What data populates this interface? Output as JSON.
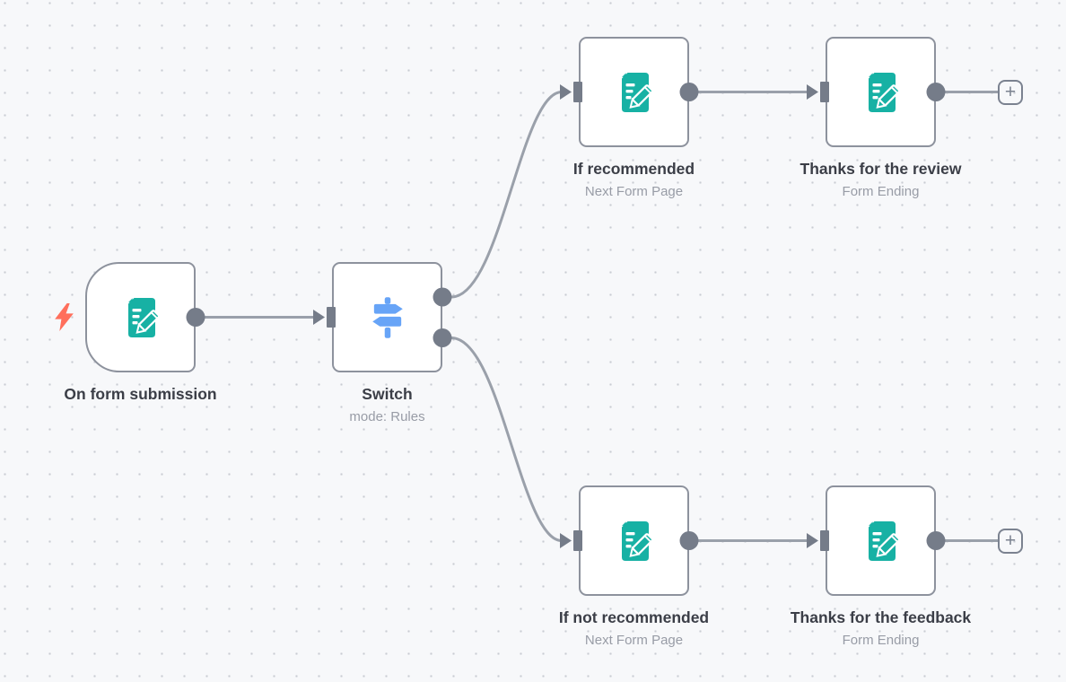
{
  "canvas": {
    "background": "#f7f8fa",
    "dot_color": "#c9ccd3"
  },
  "colors": {
    "node_border": "#8d929d",
    "connector": "#757c89",
    "line": "#9aa0aa",
    "title_text": "#3b3e47",
    "subtitle_text": "#989ca6",
    "form_icon_teal": "#17b1a4",
    "switch_icon_blue": "#67a4f7",
    "trigger_bolt_coral": "#ff6f5c"
  },
  "nodes": [
    {
      "id": "on-form-submission",
      "title": "On form submission",
      "subtitle": "",
      "icon": "form-icon",
      "trigger": true
    },
    {
      "id": "switch",
      "title": "Switch",
      "subtitle": "mode: Rules",
      "icon": "switch-icon",
      "trigger": false
    },
    {
      "id": "if-recommended",
      "title": "If recommended",
      "subtitle": "Next Form Page",
      "icon": "form-icon",
      "trigger": false
    },
    {
      "id": "thanks-for-the-review",
      "title": "Thanks for the review",
      "subtitle": "Form Ending",
      "icon": "form-icon",
      "trigger": false
    },
    {
      "id": "if-not-recommended",
      "title": "If not recommended",
      "subtitle": "Next Form Page",
      "icon": "form-icon",
      "trigger": false
    },
    {
      "id": "thanks-for-the-feedback",
      "title": "Thanks for the feedback",
      "subtitle": "Form Ending",
      "icon": "form-icon",
      "trigger": false
    }
  ],
  "connections": [
    {
      "from": "on-form-submission",
      "to": "switch"
    },
    {
      "from": "switch",
      "output": 0,
      "to": "if-recommended"
    },
    {
      "from": "switch",
      "output": 1,
      "to": "if-not-recommended"
    },
    {
      "from": "if-recommended",
      "to": "thanks-for-the-review"
    },
    {
      "from": "if-not-recommended",
      "to": "thanks-for-the-feedback"
    },
    {
      "from": "thanks-for-the-review",
      "to": "add-node-button-top"
    },
    {
      "from": "thanks-for-the-feedback",
      "to": "add-node-button-bottom"
    }
  ],
  "plus_button": {
    "label": "+"
  }
}
